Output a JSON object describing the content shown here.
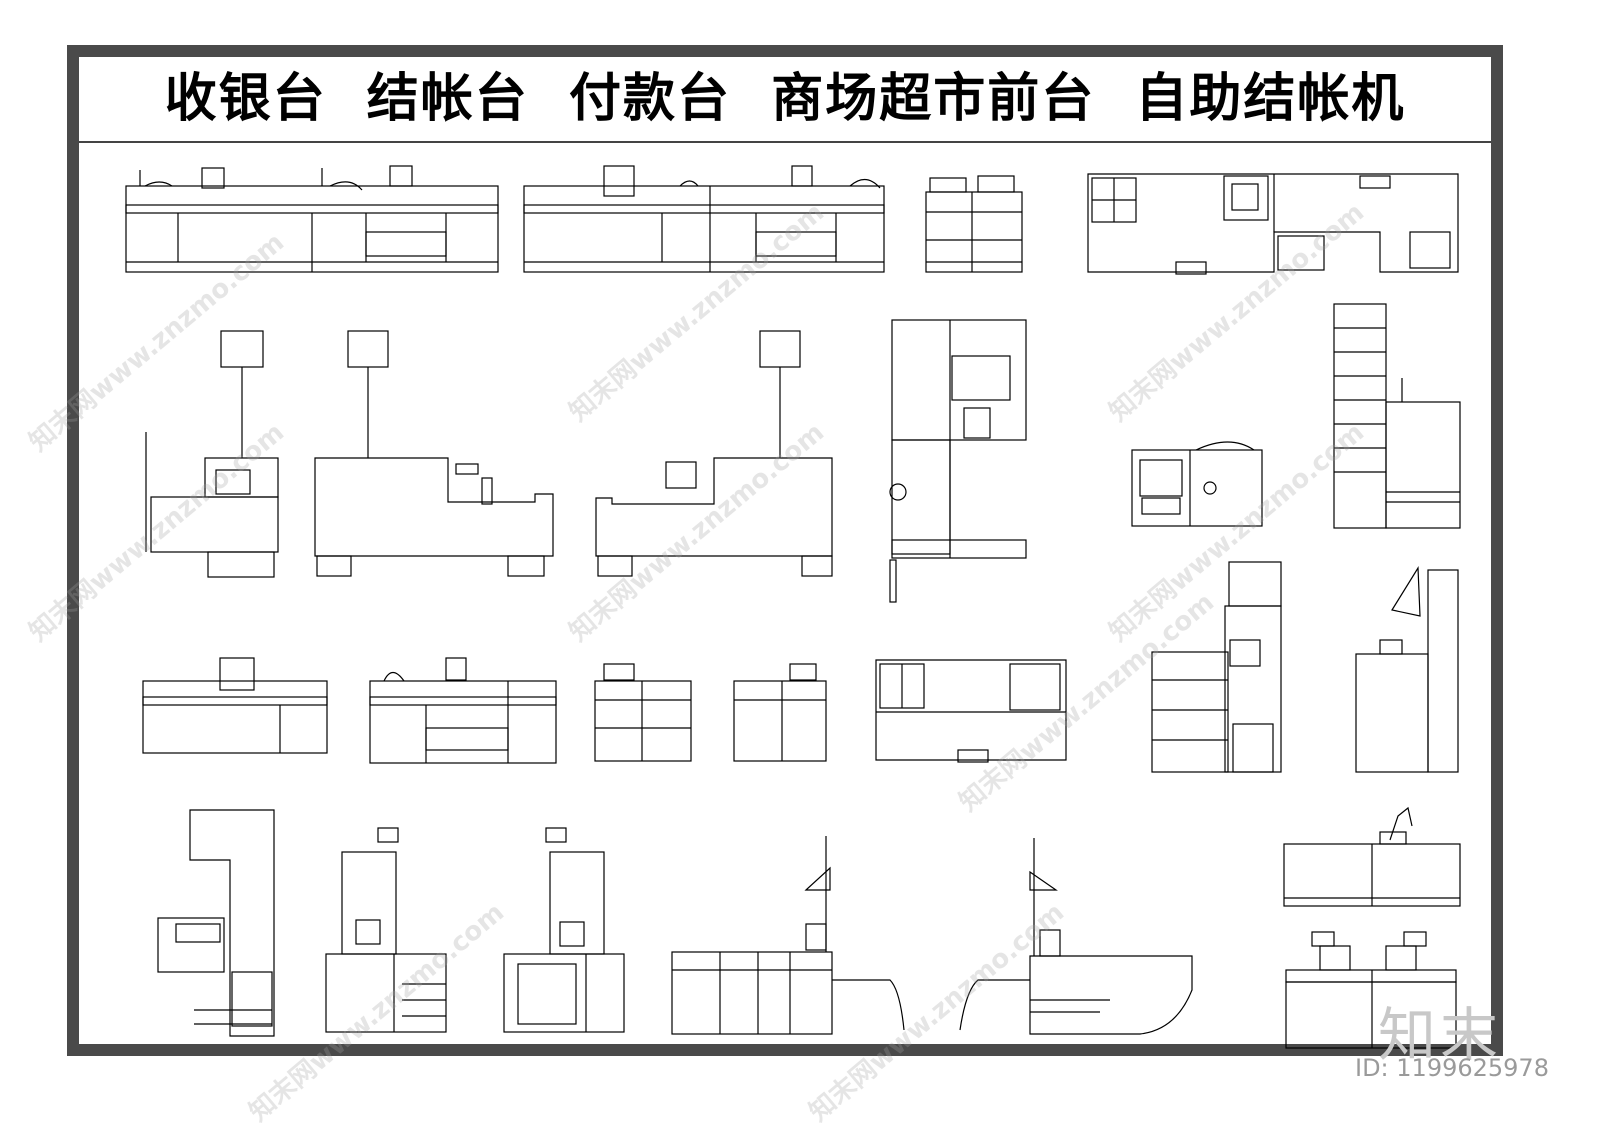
{
  "title": "收银台  结帐台  付款台  商场超市前台  自助结帐机",
  "watermark": "知末网www.znzmo.com",
  "logo_text": "知末",
  "id_label": "ID: 1199625978",
  "colors": {
    "line": "#000000",
    "frame": "#4a4a4a",
    "watermark": "#a0a0a0"
  },
  "drawings": [
    {
      "name": "checkout-counter-elevation-1"
    },
    {
      "name": "checkout-counter-elevation-2"
    },
    {
      "name": "cash-desk-elevation-small"
    },
    {
      "name": "front-desk-plan-top"
    },
    {
      "name": "checkout-side-elevation-1"
    },
    {
      "name": "checkout-side-elevation-2"
    },
    {
      "name": "checkout-side-elevation-3"
    },
    {
      "name": "checkout-plan-vertical"
    },
    {
      "name": "service-counter-elevation"
    },
    {
      "name": "shelf-counter-elevation"
    },
    {
      "name": "checkout-counter-elevation-3"
    },
    {
      "name": "checkout-counter-elevation-4"
    },
    {
      "name": "cash-desk-elevation-5"
    },
    {
      "name": "cash-desk-elevation-6"
    },
    {
      "name": "front-desk-plan-2"
    },
    {
      "name": "self-checkout-kiosk-1"
    },
    {
      "name": "self-checkout-kiosk-2"
    },
    {
      "name": "self-checkout-side-view"
    },
    {
      "name": "self-checkout-front-1"
    },
    {
      "name": "self-checkout-front-2"
    },
    {
      "name": "conveyor-checkout-left"
    },
    {
      "name": "conveyor-checkout-right"
    },
    {
      "name": "pos-counter-elevation"
    },
    {
      "name": "dual-pos-counter"
    }
  ]
}
